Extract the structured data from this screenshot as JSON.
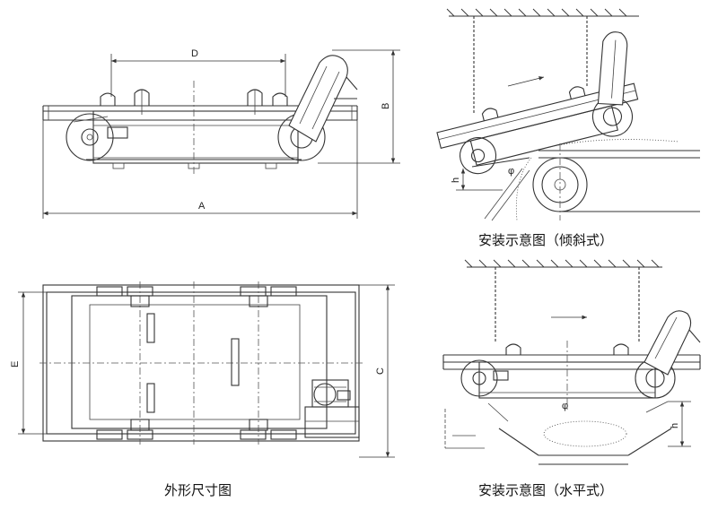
{
  "dimension_labels": {
    "A": "A",
    "B": "B",
    "C": "C",
    "D": "D",
    "E": "E",
    "h_incline": "h",
    "h_horizontal": "h"
  },
  "captions": {
    "outline_dimensions": "外形尺寸图",
    "install_inclined": "安装示意图（倾斜式）",
    "install_horizontal": "安装示意图（水平式）"
  }
}
